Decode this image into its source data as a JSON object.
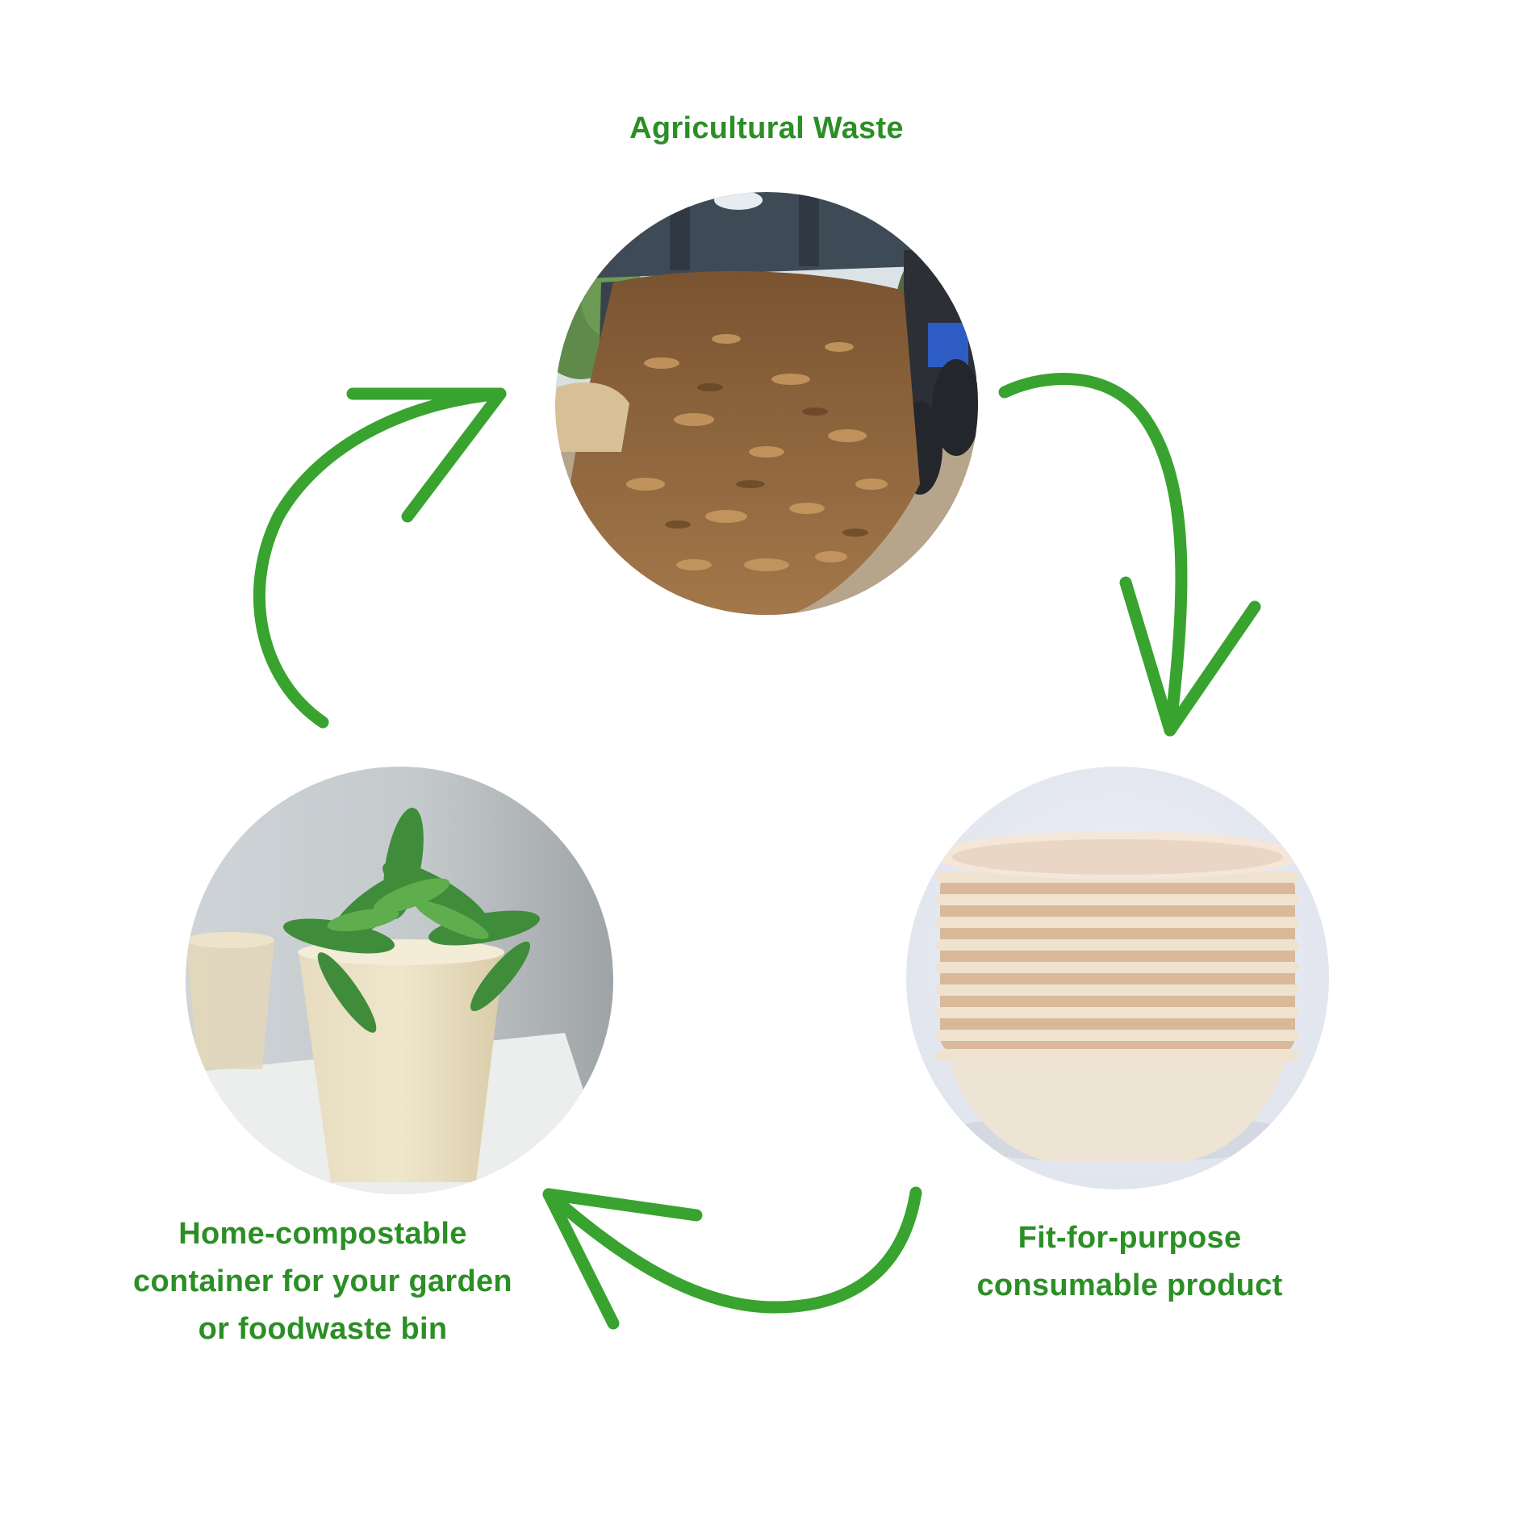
{
  "nodes": {
    "agricultural_waste": {
      "label": "Agricultural Waste",
      "image": "waste-pile-image"
    },
    "consumable_product": {
      "label_lines": [
        "Fit-for-purpose",
        "consumable product"
      ],
      "image": "stacked-bowls-image"
    },
    "compostable_container": {
      "label_lines": [
        "Home-compostable",
        "container for your garden",
        "or foodwaste bin"
      ],
      "image": "plant-pot-image"
    }
  },
  "colors": {
    "accent_green": "#2b8f25",
    "arrow_green": "#39a32f"
  },
  "arrows": [
    {
      "from": "agricultural_waste",
      "to": "consumable_product"
    },
    {
      "from": "consumable_product",
      "to": "compostable_container"
    },
    {
      "from": "compostable_container",
      "to": "agricultural_waste"
    }
  ]
}
